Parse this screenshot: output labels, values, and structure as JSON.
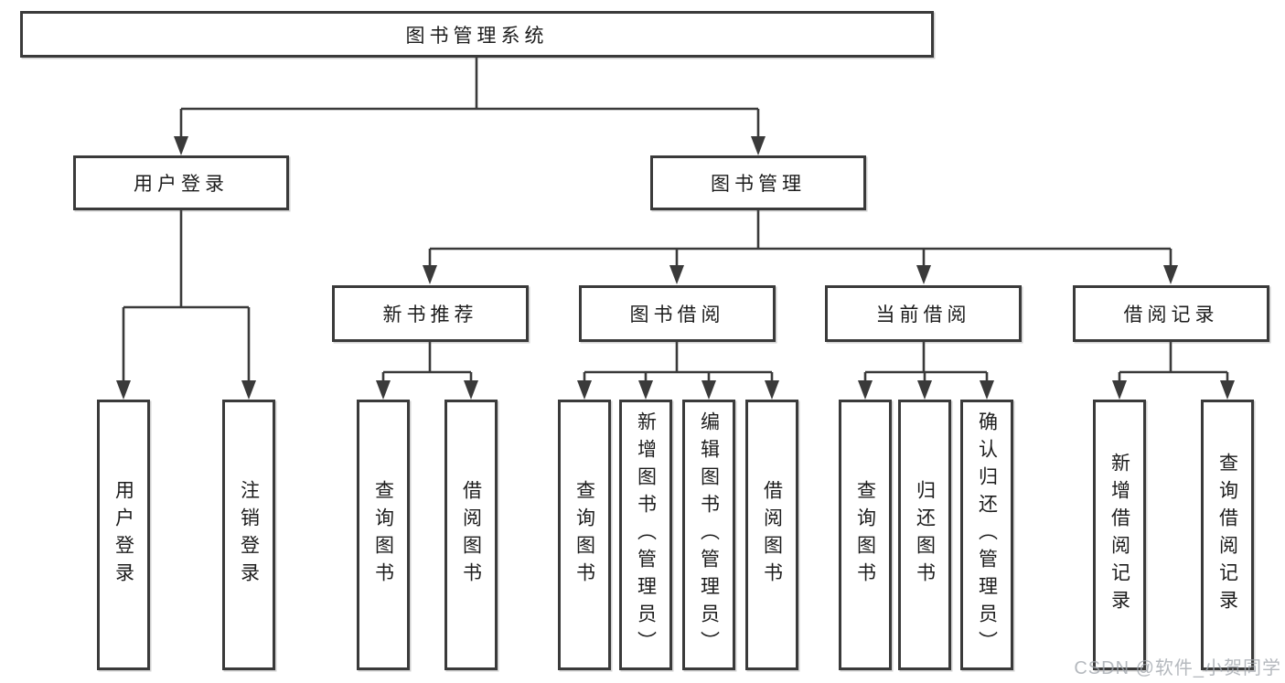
{
  "diagram": {
    "root": "图书管理系统",
    "level1": {
      "user_login": "用户登录",
      "book_management": "图书管理"
    },
    "level2": {
      "new_book_recommend": "新书推荐",
      "book_borrow": "图书借阅",
      "current_borrow": "当前借阅",
      "borrow_records": "借阅记录"
    },
    "leaves": {
      "user_login": "用户登录",
      "logout_login": "注销登录",
      "nb_query_books": "查询图书",
      "nb_borrow_books": "借阅图书",
      "bb_query_books": "查询图书",
      "bb_add_books_admin": "新增图书（管理员）",
      "bb_edit_books_admin": "编辑图书（管理员）",
      "bb_borrow_books": "借阅图书",
      "cb_query_books": "查询图书",
      "cb_return_books": "归还图书",
      "cb_confirm_return_admin": "确认归还（管理员）",
      "br_add_record": "新增借阅记录",
      "br_query_record": "查询借阅记录"
    }
  },
  "watermark": "CSDN @软件_小贺同学",
  "colors": {
    "line": "#3a3a3a",
    "text": "#1c1c1c",
    "watermark": "#a2a8ae",
    "background": "#ffffff"
  }
}
